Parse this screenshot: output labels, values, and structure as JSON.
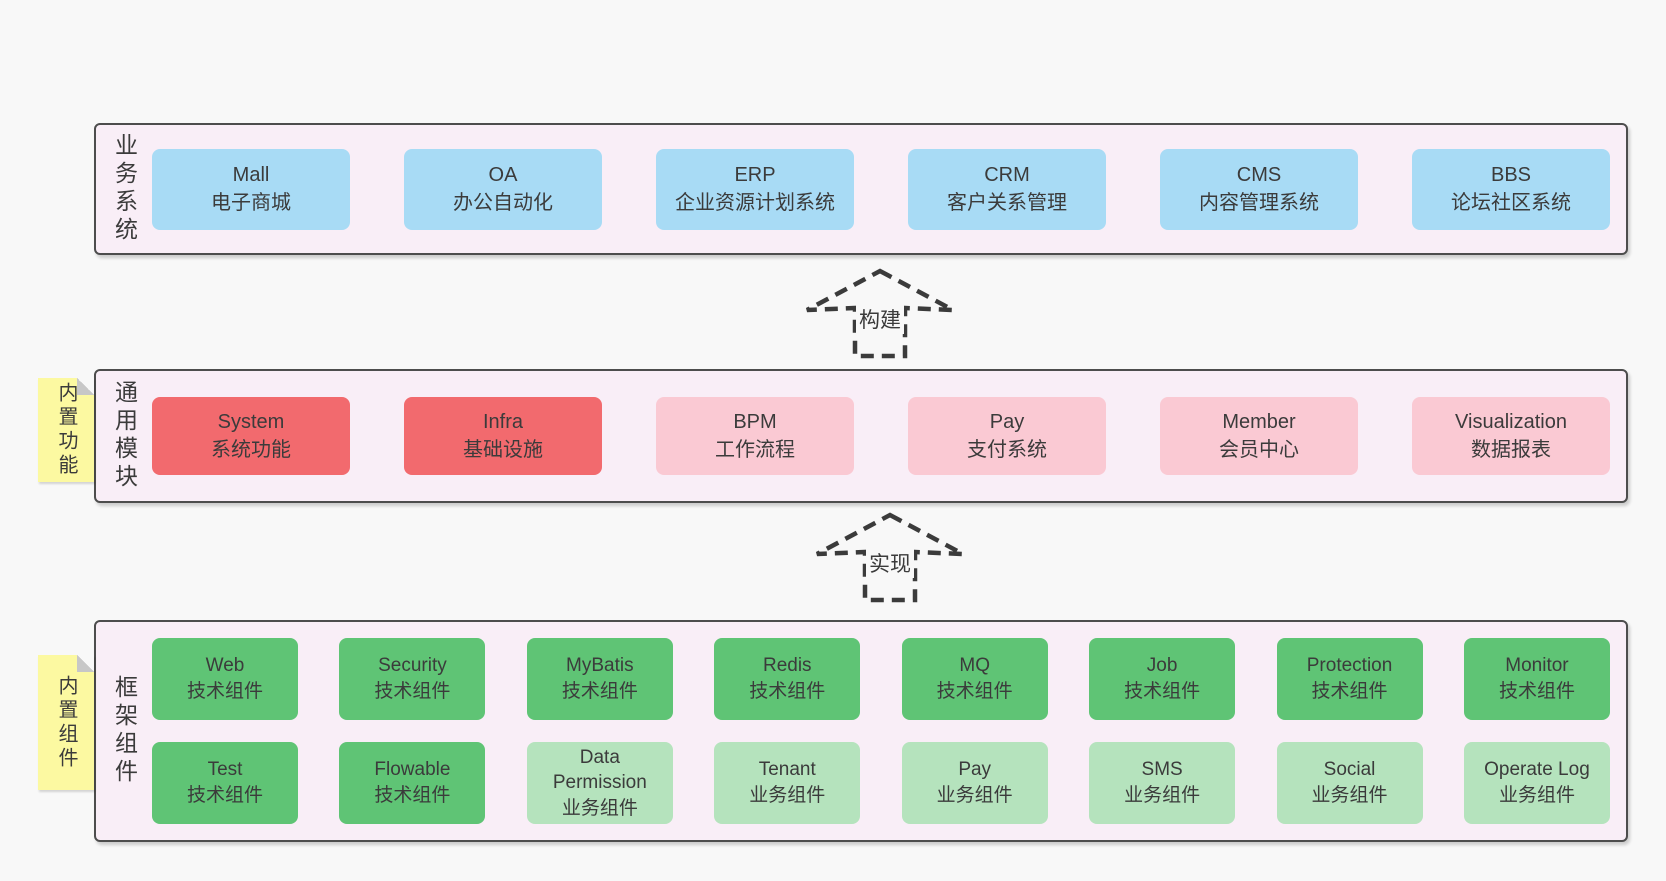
{
  "colors": {
    "page_bg": "#f8f8f8",
    "section_bg": "#f9eef7",
    "section_border": "#4d4d4d",
    "blue_box": "#a8dbf5",
    "red_box": "#f26a6e",
    "pink_box": "#fac9d3",
    "green_box": "#5fc475",
    "green_light_box": "#b5e3bd",
    "note_yellow": "#fcf9a1",
    "note_fold": "#c7c7c7",
    "text": "#3b3b3b"
  },
  "arrows": [
    {
      "label": "构建"
    },
    {
      "label": "实现"
    }
  ],
  "sections": [
    {
      "label": "业务系统",
      "note": null,
      "rows": [
        [
          {
            "title": "Mall",
            "subtitle": "电子商城",
            "variant": "blue"
          },
          {
            "title": "OA",
            "subtitle": "办公自动化",
            "variant": "blue"
          },
          {
            "title": "ERP",
            "subtitle": "企业资源计划系统",
            "variant": "blue"
          },
          {
            "title": "CRM",
            "subtitle": "客户关系管理",
            "variant": "blue"
          },
          {
            "title": "CMS",
            "subtitle": "内容管理系统",
            "variant": "blue"
          },
          {
            "title": "BBS",
            "subtitle": "论坛社区系统",
            "variant": "blue"
          }
        ]
      ]
    },
    {
      "label": "通用模块",
      "note": "内置功能",
      "rows": [
        [
          {
            "title": "System",
            "subtitle": "系统功能",
            "variant": "red"
          },
          {
            "title": "Infra",
            "subtitle": "基础设施",
            "variant": "red"
          },
          {
            "title": "BPM",
            "subtitle": "工作流程",
            "variant": "pink"
          },
          {
            "title": "Pay",
            "subtitle": "支付系统",
            "variant": "pink"
          },
          {
            "title": "Member",
            "subtitle": "会员中心",
            "variant": "pink"
          },
          {
            "title": "Visualization",
            "subtitle": "数据报表",
            "variant": "pink"
          }
        ]
      ]
    },
    {
      "label": "框架组件",
      "note": "内置组件",
      "rows": [
        [
          {
            "title": "Web",
            "subtitle": "技术组件",
            "variant": "green"
          },
          {
            "title": "Security",
            "subtitle": "技术组件",
            "variant": "green"
          },
          {
            "title": "MyBatis",
            "subtitle": "技术组件",
            "variant": "green"
          },
          {
            "title": "Redis",
            "subtitle": "技术组件",
            "variant": "green"
          },
          {
            "title": "MQ",
            "subtitle": "技术组件",
            "variant": "green"
          },
          {
            "title": "Job",
            "subtitle": "技术组件",
            "variant": "green"
          },
          {
            "title": "Protection",
            "subtitle": "技术组件",
            "variant": "green"
          },
          {
            "title": "Monitor",
            "subtitle": "技术组件",
            "variant": "green"
          }
        ],
        [
          {
            "title": "Test",
            "subtitle": "技术组件",
            "variant": "green"
          },
          {
            "title": "Flowable",
            "subtitle": "技术组件",
            "variant": "green"
          },
          {
            "title": "Data Permission",
            "subtitle": "业务组件",
            "variant": "green-light"
          },
          {
            "title": "Tenant",
            "subtitle": "业务组件",
            "variant": "green-light"
          },
          {
            "title": "Pay",
            "subtitle": "业务组件",
            "variant": "green-light"
          },
          {
            "title": "SMS",
            "subtitle": "业务组件",
            "variant": "green-light"
          },
          {
            "title": "Social",
            "subtitle": "业务组件",
            "variant": "green-light"
          },
          {
            "title": "Operate Log",
            "subtitle": "业务组件",
            "variant": "green-light"
          }
        ]
      ]
    }
  ]
}
